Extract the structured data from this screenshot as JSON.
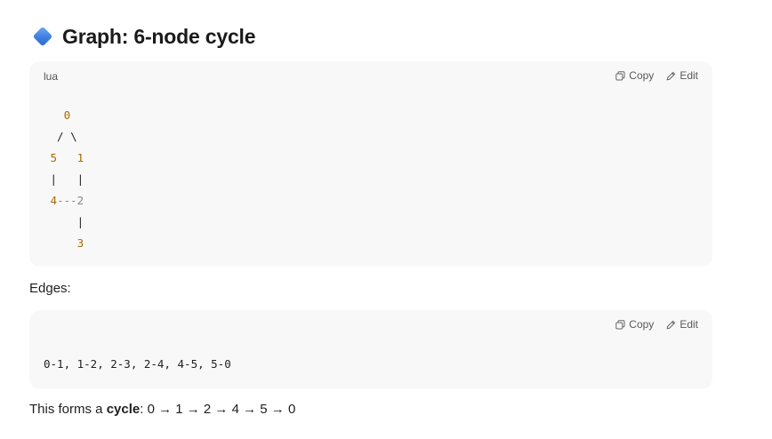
{
  "heading": {
    "icon": "blue-diamond-icon",
    "title": "Graph: 6-node cycle"
  },
  "code_block_1": {
    "language": "lua",
    "copy_label": "Copy",
    "edit_label": "Edit",
    "lines": [
      {
        "pre": "   ",
        "a": "0",
        "mid": "",
        "b": "",
        "post": ""
      },
      {
        "pre": "  / \\",
        "a": "",
        "mid": "",
        "b": "",
        "post": ""
      },
      {
        "pre": " ",
        "a": "5",
        "mid": "   ",
        "b": "1",
        "post": ""
      },
      {
        "pre": " |   |",
        "a": "",
        "mid": "",
        "b": "",
        "post": ""
      },
      {
        "pre": " ",
        "a": "4",
        "mid": "---",
        "b": "2",
        "post": ""
      },
      {
        "pre": "     |",
        "a": "",
        "mid": "",
        "b": "",
        "post": ""
      },
      {
        "pre": "     ",
        "a": "3",
        "mid": "",
        "b": "",
        "post": ""
      }
    ]
  },
  "edges_label": "Edges:",
  "code_block_2": {
    "copy_label": "Copy",
    "edit_label": "Edit",
    "code": "0-1, 1-2, 2-3, 2-4, 4-5, 5-0"
  },
  "summary": {
    "prefix": "This forms a ",
    "bold": "cycle",
    "suffix": ": 0 → 1 → 2 → 4 → 5 → 0"
  }
}
